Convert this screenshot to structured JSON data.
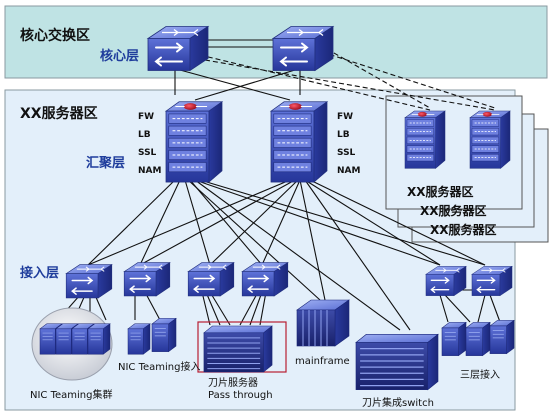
{
  "zones": {
    "core_title": "核心交换区",
    "server_title": "XX服务器区",
    "stack_titles": [
      "XX服务器区",
      "XX服务器区",
      "XX服务器区"
    ]
  },
  "layers": {
    "core": "核心层",
    "aggregation": "汇聚层",
    "access": "接入层"
  },
  "services": [
    "FW",
    "LB",
    "SSL",
    "NAM"
  ],
  "labels": {
    "nic_cluster": "NIC Teaming集群",
    "nic_access": "NIC Teaming接入",
    "blade_pass_1": "刀片服务器",
    "blade_pass_2": "Pass through",
    "mainframe": "mainframe",
    "blade_switch": "刀片集成switch",
    "l3_access": "三层接入"
  },
  "colors": {
    "core_bg": "#bfe3e4",
    "server_bg": "#e3effa",
    "layer_text": "#1f3d9c",
    "device_blue": "#3c4fb5",
    "highlight_red": "#b81e32"
  },
  "icons": {
    "core_switch": "switch-cube-icon",
    "aggregation_switch": "chassis-switch-icon",
    "access_switch": "switch-cube-icon",
    "server": "server-tower-icon",
    "blade": "blade-chassis-icon",
    "mainframe": "mainframe-icon"
  }
}
